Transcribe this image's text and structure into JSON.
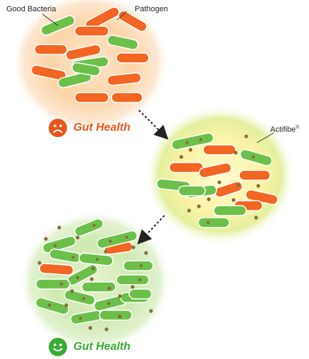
{
  "labels": {
    "good_bacteria": "Good Bacteria",
    "pathogen": "Pathogen",
    "actifibe": "Actifibe",
    "actifibe_mark": "®"
  },
  "states": {
    "bad": {
      "caption": "Gut Health",
      "mood": "sad",
      "color": "#e8571e"
    },
    "good": {
      "caption": "Gut Health",
      "mood": "happy",
      "color": "#3aaa35"
    }
  },
  "colors": {
    "pathogen": "#f26522",
    "good_bacteria": "#6cc04a",
    "fibre_particle": "#8a6a3a",
    "arrow": "#222222"
  }
}
